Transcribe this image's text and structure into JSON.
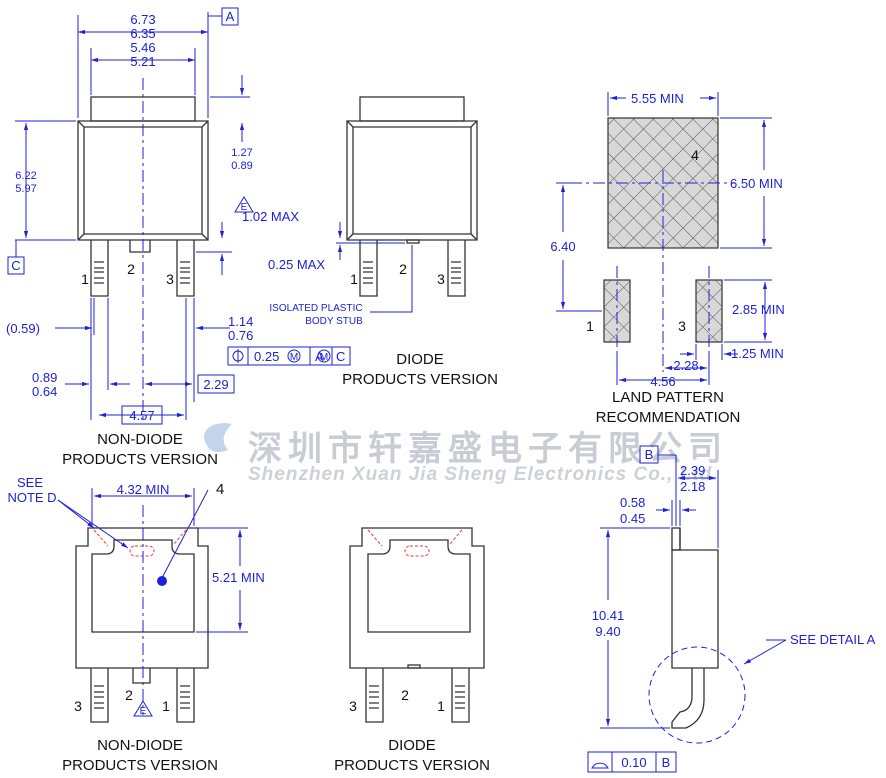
{
  "watermark": {
    "cn": "深圳市轩嘉盛电子有限公司",
    "en": "Shenzhen Xuan Jia Sheng Electronics Co., Ltd."
  },
  "captions": {
    "non_diode_top_1": "NON-DIODE",
    "non_diode_top_2": "PRODUCTS VERSION",
    "diode_top_1": "DIODE",
    "diode_top_2": "PRODUCTS VERSION",
    "land_1": "LAND PATTERN",
    "land_2": "RECOMMENDATION",
    "non_diode_bot_1": "NON-DIODE",
    "non_diode_bot_2": "PRODUCTS VERSION",
    "diode_bot_1": "DIODE",
    "diode_bot_2": "PRODUCTS VERSION"
  },
  "datums": {
    "a": "A",
    "b": "B",
    "c": "C",
    "e": "E"
  },
  "pins": {
    "p1": "1",
    "p2": "2",
    "p3": "3",
    "p4": "4"
  },
  "dims_top_left": {
    "w_max": "6.73",
    "w_min": "6.35",
    "tab_max": "5.46",
    "tab_min": "5.21",
    "h_max": "6.22",
    "h_min": "5.97",
    "tabh_max": "1.27",
    "tabh_min": "0.89",
    "stub_max": "1.02 MAX",
    "offset": "(0.59)",
    "lead_max": "1.14",
    "lead_min": "0.76",
    "pin_w_max": "0.89",
    "pin_w_min": "0.64",
    "pitch": "2.29",
    "span": "4.57"
  },
  "tolerance_frame": {
    "tol": "0.25",
    "m1": "M",
    "ref_a": "A",
    "m2": "M",
    "ref_c": "C"
  },
  "dims_diode": {
    "stub": "0.25 MAX",
    "note_1": "ISOLATED PLASTIC",
    "note_2": "BODY STUB"
  },
  "land_pattern": {
    "w": "5.55  MIN",
    "h": "6.50  MIN",
    "y": "6.40",
    "pad_h": "2.85  MIN",
    "pitch": "2.28",
    "pad_w": "1.25  MIN",
    "span": "4.56"
  },
  "dims_bottom_left": {
    "see_1": "SEE",
    "see_2": "NOTE D",
    "w": "4.32 MIN",
    "h": "5.21 MIN"
  },
  "side_view": {
    "t_max": "2.39",
    "t_min": "2.18",
    "s_max": "0.58",
    "s_min": "0.45",
    "h_max": "10.41",
    "h_min": "9.40",
    "detail": "SEE DETAIL A",
    "flat": "0.10"
  }
}
